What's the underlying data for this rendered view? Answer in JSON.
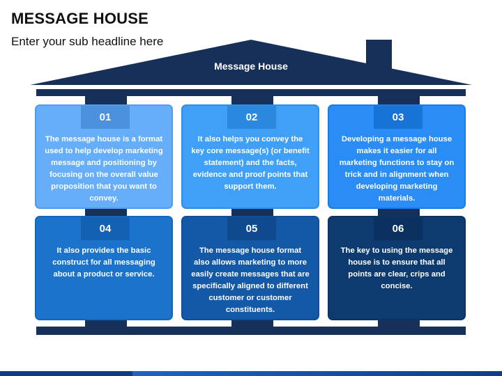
{
  "slide": {
    "title": "MESSAGE HOUSE",
    "subtitle": "Enter your sub headline here"
  },
  "roof": {
    "label": "Message House"
  },
  "colors": {
    "structure": "#173059",
    "row1_card1": "#66aef9",
    "row1_card2": "#40a0f7",
    "row1_card3": "#2a8cf5",
    "row2_card1": "#1b73cc",
    "row2_card2": "#1359a8",
    "row2_card3": "#0d3b70"
  },
  "cards": [
    {
      "number": "01",
      "text": "The message house is a format used to help develop marketing message and positioning by focusing on the overall value proposition that you want to convey."
    },
    {
      "number": "02",
      "text": "It also helps you convey the key core message(s) (or benefit statement) and the facts, evidence and proof points that support them."
    },
    {
      "number": "03",
      "text": "Developing a message house makes it easier for all marketing functions to stay on trick and in alignment when developing marketing materials."
    },
    {
      "number": "04",
      "text": "It also provides the basic construct for all messaging about a product or service."
    },
    {
      "number": "05",
      "text": "The message house format also allows marketing to more easily create messages that are specifically aligned to different customer or customer constituents."
    },
    {
      "number": "06",
      "text": "The key to using the message house is to ensure that all points are clear, crips and concise."
    }
  ]
}
